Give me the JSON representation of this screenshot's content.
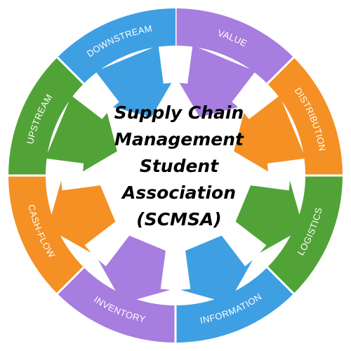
{
  "center": {
    "lines": [
      "Supply Chain",
      "Management",
      "Student",
      "Association",
      "(SCMSA)"
    ]
  },
  "segments": [
    {
      "label": "VALUE",
      "color": "#a77de0",
      "dir": "in"
    },
    {
      "label": "DISTRIBUTION",
      "color": "#f49024",
      "dir": "in"
    },
    {
      "label": "LOGISTICS",
      "color": "#52a337",
      "dir": "out"
    },
    {
      "label": "INFORMATION",
      "color": "#3f9fe3",
      "dir": "out"
    },
    {
      "label": "INVENTORY",
      "color": "#a77de0",
      "dir": "out"
    },
    {
      "label": "CASH-FLOW",
      "color": "#f49024",
      "dir": "out"
    },
    {
      "label": "UPSTREAM",
      "color": "#52a337",
      "dir": "in"
    },
    {
      "label": "DOWNSTREAM",
      "color": "#3f9fe3",
      "dir": "in"
    }
  ]
}
